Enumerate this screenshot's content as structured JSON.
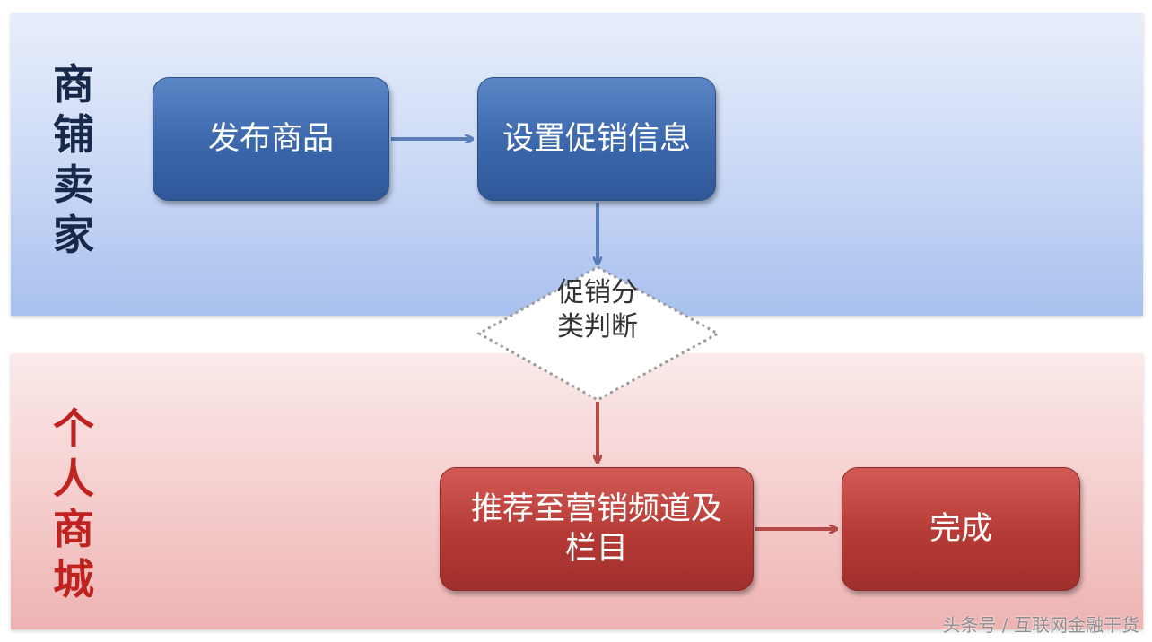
{
  "lanes": {
    "top_label": "商铺卖家",
    "bottom_label": "个人商城"
  },
  "nodes": {
    "publish": "发布商品",
    "set_promo": "设置促销信息",
    "decision": "促销分类判断",
    "recommend": "推荐至营销频道及栏目",
    "done": "完成"
  },
  "watermark": "头条号 / 互联网金融干货",
  "colors": {
    "blue_lane": "#cfdcf7",
    "red_lane": "#f5cccc",
    "blue_box": "#3b67ab",
    "red_box": "#b53a35",
    "blue_arrow": "#5a7fb8",
    "red_arrow": "#b34a48"
  }
}
